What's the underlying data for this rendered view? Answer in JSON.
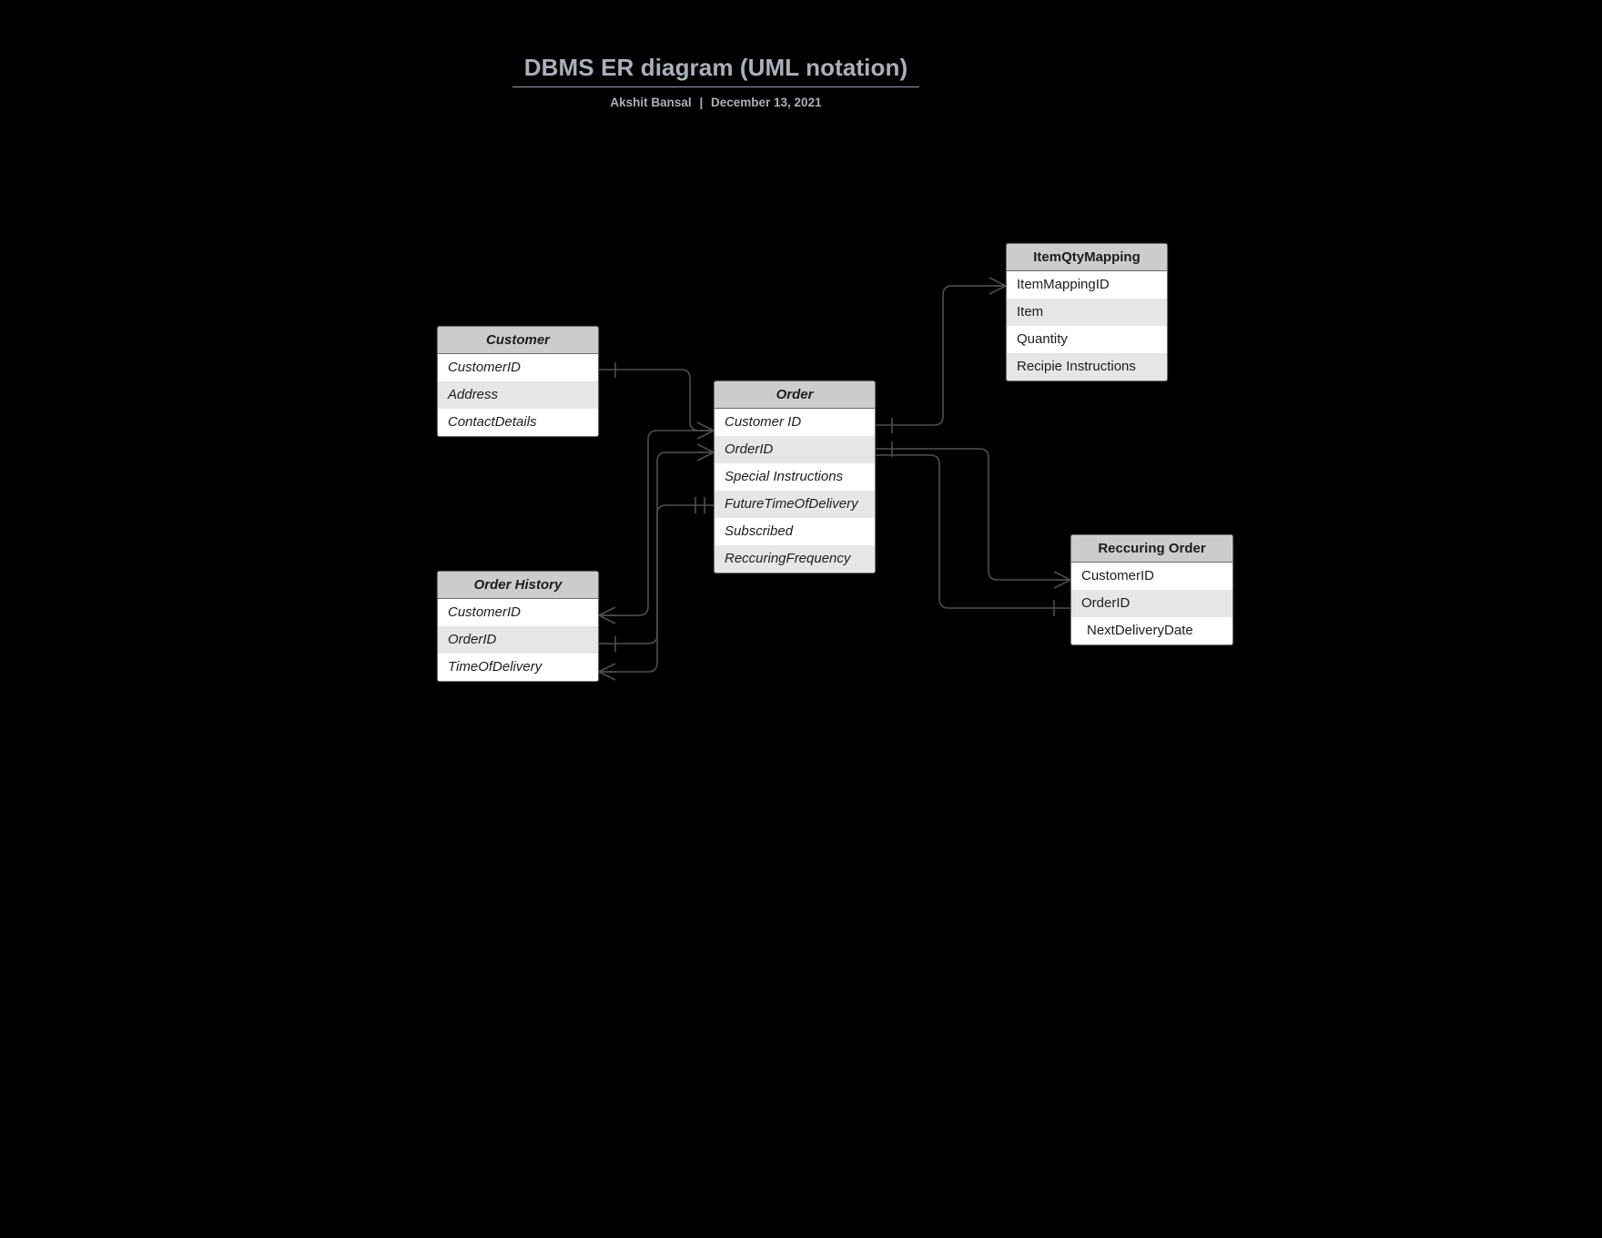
{
  "title": {
    "heading": "DBMS ER diagram (UML notation)",
    "author": "Akshit Bansal",
    "separator": "|",
    "date": "December 13, 2021"
  },
  "colors": {
    "background": "#000000",
    "title_text": "#aab0ba",
    "entity_header_fill": "#cccccc",
    "entity_row_fill": "#ffffff",
    "entity_row_alt_fill": "#e6e6e6",
    "entity_border": "#6b6b6b",
    "connector": "#4f4f4f"
  },
  "entities": [
    {
      "id": "customer",
      "name": "Customer",
      "style": "italic",
      "attributes": [
        "CustomerID",
        "Address",
        "ContactDetails"
      ]
    },
    {
      "id": "order",
      "name": "Order",
      "style": "italic",
      "attributes": [
        "Customer ID",
        "OrderID",
        "Special Instructions",
        "FutureTimeOfDelivery",
        "Subscribed",
        "ReccuringFrequency"
      ]
    },
    {
      "id": "order-history",
      "name": "Order History",
      "style": "italic",
      "attributes": [
        "CustomerID",
        "OrderID",
        "TimeOfDelivery"
      ]
    },
    {
      "id": "item-qty-mapping",
      "name": "ItemQtyMapping",
      "style": "regular",
      "attributes": [
        "ItemMappingID",
        "Item",
        "Quantity",
        "Recipie Instructions"
      ]
    },
    {
      "id": "reccuring-order",
      "name": "Reccuring Order",
      "style": "regular",
      "attributes": [
        "CustomerID",
        "OrderID",
        "NextDeliveryDate"
      ]
    }
  ],
  "relationships": [
    {
      "from": "customer.CustomerID",
      "to": "order.Customer ID",
      "from_end": "one",
      "to_end": "many"
    },
    {
      "from": "order-history.CustomerID",
      "to": "order.Customer ID",
      "from_end": "many",
      "to_end": "many"
    },
    {
      "from": "order-history.OrderID",
      "to": "order.OrderID",
      "from_end": "one",
      "to_end": "many"
    },
    {
      "from": "order-history.TimeOfDelivery",
      "to": "order.FutureTimeOfDelivery",
      "from_end": "many",
      "to_end": "one"
    },
    {
      "from": "order.Customer ID",
      "to": "item-qty-mapping.ItemMappingID",
      "from_end": "one",
      "to_end": "many"
    },
    {
      "from": "order.OrderID",
      "to": "reccuring-order.CustomerID",
      "from_end": "one",
      "to_end": "many"
    },
    {
      "from": "order.OrderID",
      "to": "reccuring-order.OrderID",
      "from_end": "one",
      "to_end": "one"
    }
  ]
}
